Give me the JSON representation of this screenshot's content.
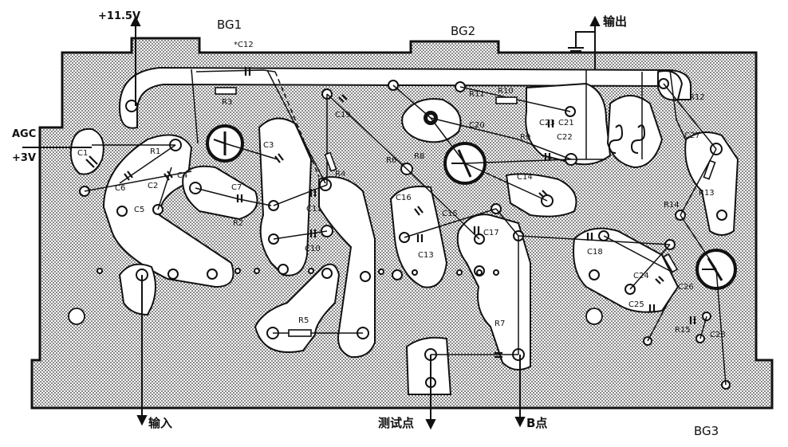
{
  "terminals": {
    "power_115v": "+11.5V",
    "agc": "AGC",
    "power_3v": "+3V",
    "output": "输出",
    "input": "输入",
    "test_point": "测试点",
    "point_b": "B点"
  },
  "transistors": {
    "bg1": "BG1",
    "bg2": "BG2",
    "bg3": "BG3"
  },
  "components": {
    "c12": "*C12",
    "r3": "R3",
    "c1": "C1",
    "c2": "C2",
    "c3": "C3",
    "c4": "C4",
    "c5": "C5",
    "c6": "C6",
    "c7": "C7",
    "c10": "C10",
    "c11": "C11",
    "r1": "R1",
    "r2": "R2",
    "r4": "R4",
    "r5": "R5",
    "c19": "C19",
    "r6": "R6",
    "r7": "R7",
    "r8": "R8",
    "r9": "R9",
    "r10": "R10",
    "r11": "R11",
    "r12": "R12",
    "r13": "R13",
    "r14": "R14",
    "r15": "R15",
    "c13": "C13",
    "c14": "C14",
    "c15": "C15",
    "c16": "C16",
    "c17": "C17",
    "c18": "C18",
    "c20": "C20",
    "c21": "C21",
    "c22": "C22",
    "c23": "C23",
    "c24": "C24",
    "c25": "C25",
    "c26": "C26",
    "c27": "C27",
    "c28": "C28"
  }
}
